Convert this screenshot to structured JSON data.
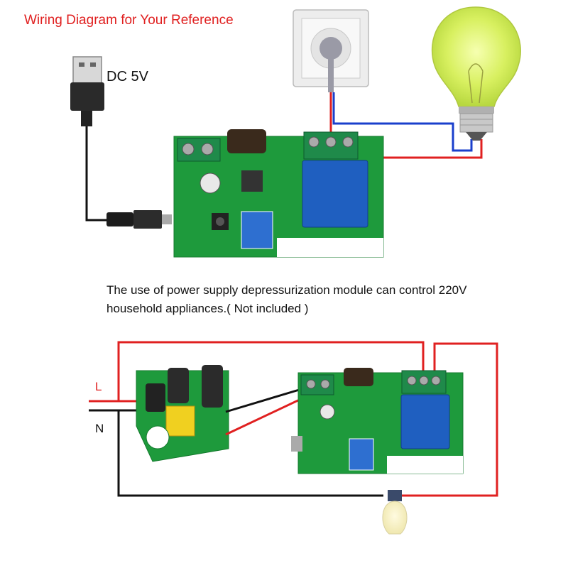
{
  "header": {
    "title": "Wiring Diagram for Your Reference"
  },
  "top_diagram": {
    "power_label": "DC 5V"
  },
  "note": {
    "line1": "The use of power supply depressurization module can control 220V",
    "line2": "household appliances.( Not included )"
  },
  "bottom_diagram": {
    "live_label": "L",
    "neutral_label": "N"
  },
  "colors": {
    "title": "#e02020",
    "live_wire": "#e02020",
    "neutral_wire": "#1a3fcc",
    "board": "#1e9a3c",
    "relay": "#1f5fc0",
    "terminal": "#1f8a4a"
  }
}
